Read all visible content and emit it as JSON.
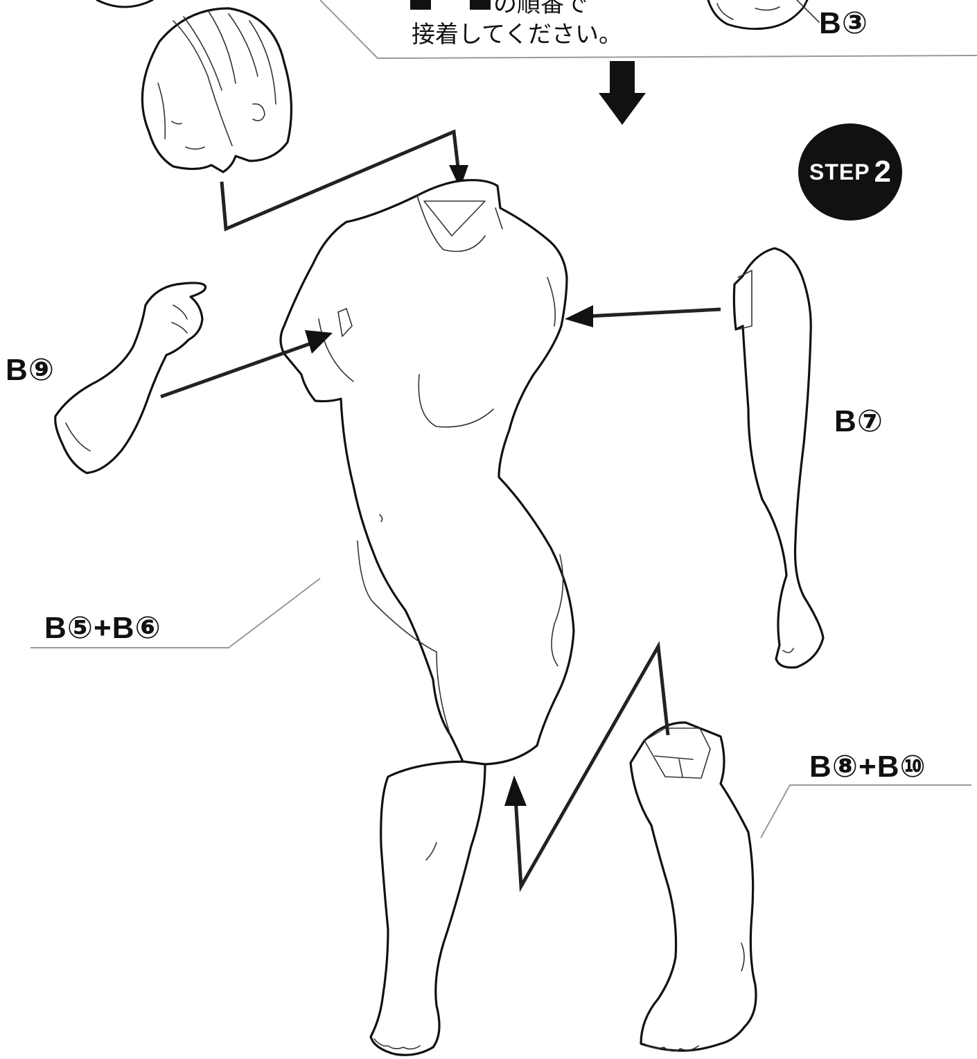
{
  "instruction_box": {
    "text_line_1": "の順番で",
    "text_line_2": "接着してください。"
  },
  "step_badge": {
    "word": "STEP",
    "number": "2"
  },
  "part_labels": {
    "head_b3": "B③",
    "arm_left_b9": "B⑨",
    "arm_right_b7": "B⑦",
    "torso_b5_b6": "B⑤+B⑥",
    "leg_b8_b10": "B⑧+B⑩"
  }
}
